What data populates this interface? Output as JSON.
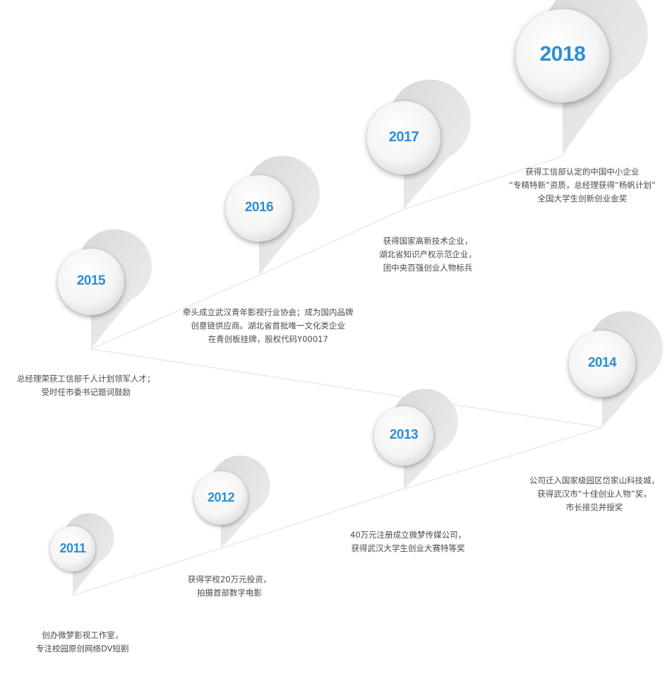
{
  "milestones": [
    {
      "year": "2011",
      "lines": [
        "创办微梦影视工作室，",
        "专注校园原创网络DV短剧"
      ]
    },
    {
      "year": "2012",
      "lines": [
        "获得学校20万元投资，",
        "拍摄首部数字电影"
      ]
    },
    {
      "year": "2013",
      "lines": [
        "40万元注册成立微梦传媒公司，",
        "获得武汉大学生创业大赛特等奖"
      ]
    },
    {
      "year": "2014",
      "lines": [
        "公司迁入国家级园区岱家山科技城，",
        "获得武汉市“十佳创业人物”奖，",
        "市长接见并授奖"
      ]
    },
    {
      "year": "2015",
      "lines": [
        "总经理荣获工信部千人计划领军人才；",
        "受时任市委书记题词鼓励"
      ]
    },
    {
      "year": "2016",
      "lines": [
        "牵头成立武汉青年影视行业协会；成为国内品牌",
        "创意链供应商。湖北省首批唯一文化类企业",
        "在青创板挂牌，股权代码Y00017"
      ]
    },
    {
      "year": "2017",
      "lines": [
        "获得国家高新技术企业，",
        "湖北省知识产权示范企业，",
        "团中央百强创业人物标兵"
      ]
    },
    {
      "year": "2018",
      "lines": [
        "获得工信部认定的中国中小企业",
        "“专精特新”资质，总经理获得“杨帆计划”",
        "全国大学生创新创业金奖"
      ]
    }
  ],
  "colors": {
    "year": "#2c8fd6",
    "text": "#4a4a4a",
    "line": "#e3e3e3"
  }
}
